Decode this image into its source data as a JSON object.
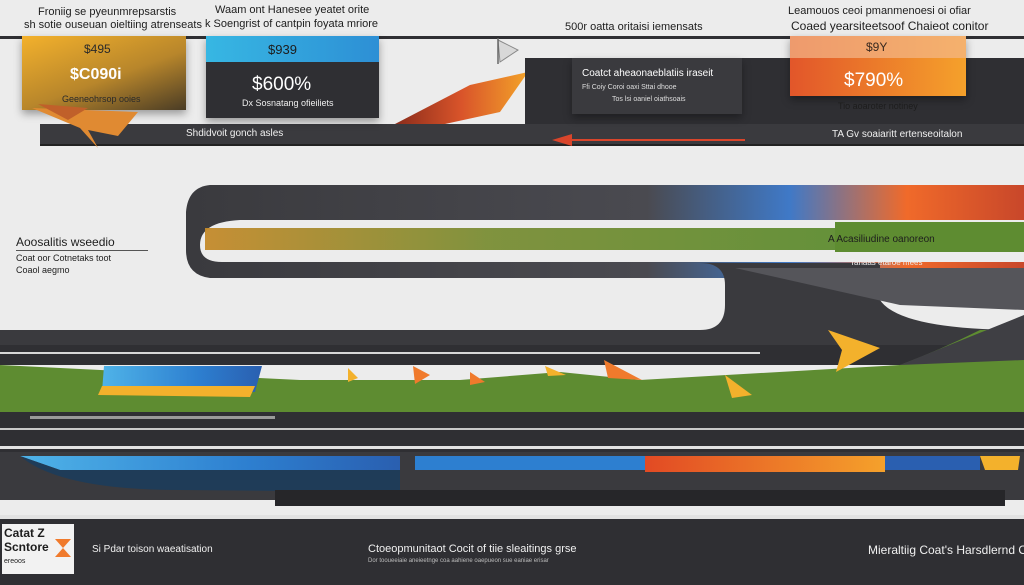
{
  "top": {
    "left_heading_1": "Froniig se pyeunmrepsarstis",
    "left_heading_2": "sh sotie ouseuan oieltiing atrenseats",
    "center_heading_1": "Waam ont Hanesee yeatet orite",
    "center_heading_2": "k Soengrist of cantpin foyata mriore",
    "mid_heading": "500r oatta oritaisi iemensats",
    "right_heading_1": "Leamouos ceoi pmanmenoesi oi ofiar",
    "right_heading_2": "Coaed yearsiteetsoof Chaieot conitor"
  },
  "cards": {
    "left": {
      "badge": "$495",
      "value": "$C090i",
      "caption": "Geeneohrsop ooies"
    },
    "center": {
      "badge": "$939",
      "value": "$600%",
      "caption": "Dx Sosnatang ofieiliets"
    },
    "mid": {
      "title": "Coatct aheaonaeblatiis iraseit",
      "line1": "Ffi Coiy Coroi oaxi Sttai dhooe",
      "line2": "Tos lsi oaniel oiathsoais"
    },
    "right": {
      "badge": "$9Y",
      "value": "$790%",
      "caption": "Tio aoaroter notiney"
    }
  },
  "strip": {
    "left_label": "Shdidvoit gonch asles",
    "right_label": "TA Gv soaiaritt ertenseoitalon"
  },
  "side": {
    "title": "Aoosalitis wseedio",
    "line1": "Coat oor Cotnetaks toot",
    "line2": "Coaol aegmo"
  },
  "mid_right": {
    "label": "A Acasiliudine oanoreon",
    "sub": "Tanaas etaroe mees"
  },
  "bottom": {
    "logo_line1": "Catat Z",
    "logo_line2": "Scntore",
    "logo_line3": "ereoos",
    "left_caption": "Si Pdar toison waeatisation",
    "center_caption": "Ctoeopmunitaot Cocit of tiie sleaitings grse",
    "center_sub": "Dor tooueeiaie aneieetnge coa aahiene oaepueon sue eaniae erisar",
    "right_caption": "Mieraltiig Coat's Harsdlernd Od"
  },
  "colors": {
    "dark": "#2f2f33",
    "green": "#5e8c31",
    "orange": "#f07a2c",
    "yellow": "#f3b12c",
    "blue": "#2d8fd5",
    "cyan": "#37b7e3"
  }
}
